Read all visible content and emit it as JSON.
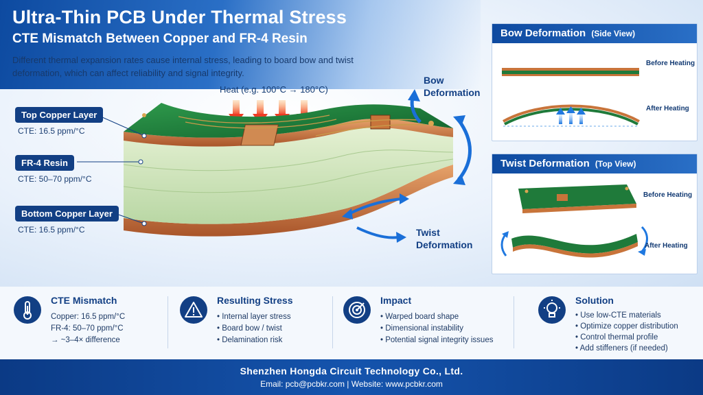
{
  "header": {
    "title": "Ultra-Thin PCB Under Thermal Stress",
    "subtitle": "CTE Mismatch Between Copper and FR-4 Resin",
    "description": "Different thermal expansion rates cause internal stress, leading to board bow and twist deformation, which can affect reliability and signal integrity."
  },
  "diagram": {
    "heat_label": "Heat (e.g. 100°C → 180°C)",
    "bow_label_line1": "Bow",
    "bow_label_line2": "Deformation",
    "twist_label_line1": "Twist",
    "twist_label_line2": "Deformation",
    "layers": [
      {
        "name": "Top Copper Layer",
        "cte": "CTE: 16.5 ppm/°C"
      },
      {
        "name": "FR-4 Resin",
        "cte": "CTE: 50–70 ppm/°C"
      },
      {
        "name": "Bottom Copper Layer",
        "cte": "CTE: 16.5 ppm/°C"
      }
    ],
    "colors": {
      "copper": "#c8743a",
      "resin": "#cfe3bd",
      "pcb_green": "#1f7a3a",
      "heat_arrow": "#f05a28",
      "accent": "#123f84"
    }
  },
  "bow_panel": {
    "title": "Bow Deformation",
    "subtitle": "(Side View)",
    "before": "Before Heating",
    "after": "After Heating"
  },
  "twist_panel": {
    "title": "Twist Deformation",
    "subtitle": "(Top View)",
    "before": "Before Heating",
    "after": "After Heating"
  },
  "info": [
    {
      "icon": "thermometer-icon",
      "title": "CTE Mismatch",
      "lines": [
        "Copper: 16.5 ppm/°C",
        "FR-4: 50–70 ppm/°C",
        "→  ~3–4× difference"
      ]
    },
    {
      "icon": "warning-icon",
      "title": "Resulting Stress",
      "lines": [
        "• Internal layer stress",
        "• Board bow / twist",
        "• Delamination risk"
      ]
    },
    {
      "icon": "target-icon",
      "title": "Impact",
      "lines": [
        "• Warped board shape",
        "• Dimensional instability",
        "• Potential signal integrity issues"
      ]
    },
    {
      "icon": "lightbulb-icon",
      "title": "Solution",
      "lines": [
        "• Use low-CTE materials",
        "• Optimize copper distribution",
        "• Control thermal profile",
        "• Add stiffeners (if needed)"
      ]
    }
  ],
  "footer": {
    "company": "Shenzhen Hongda Circuit Technology Co., Ltd.",
    "contact": "Email: pcb@pcbkr.com  |  Website: www.pcbkr.com"
  }
}
